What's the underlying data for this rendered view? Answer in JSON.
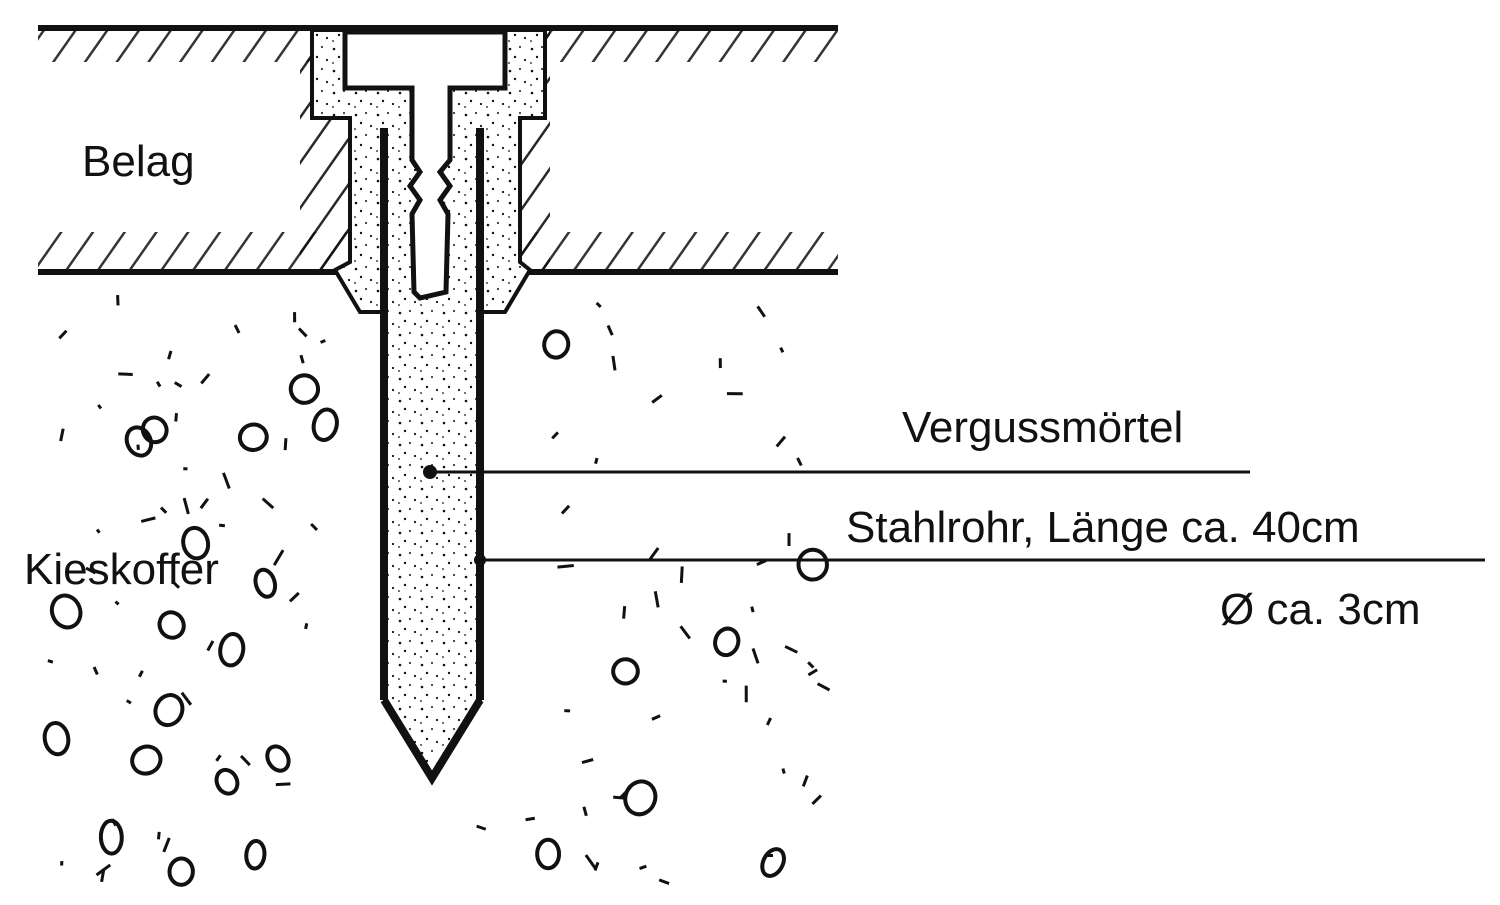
{
  "labels": {
    "belag": "Belag",
    "kieskoffer": "Kieskoffer",
    "vergussmoertel": "Vergussmörtel",
    "stahlrohr": "Stahlrohr, Länge ca. 40cm",
    "durchmesser": "Ø ca. 3cm"
  },
  "colors": {
    "ink": "#111111",
    "background": "#ffffff"
  }
}
